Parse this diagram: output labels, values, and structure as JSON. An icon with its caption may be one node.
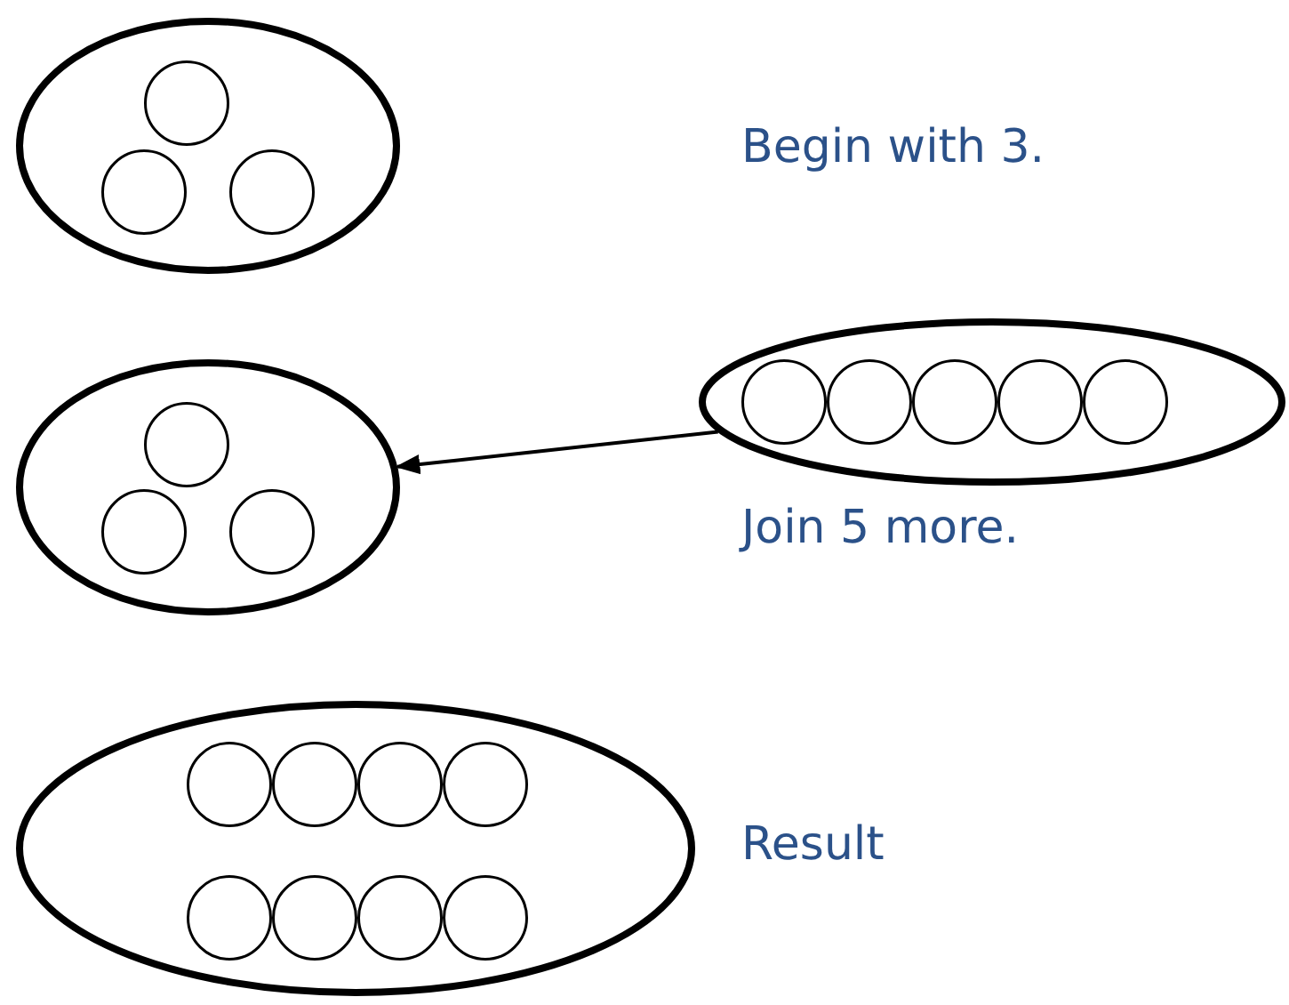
{
  "diagram": {
    "nodes": [
      {
        "text": [],
        "shape": "ellipse"
      },
      {
        "text": [],
        "shape": "circle",
        "in": 0
      },
      {
        "text": [],
        "shape": "circle",
        "in": 0
      },
      {
        "text": [],
        "shape": "circle",
        "in": 0
      },
      {
        "text": [],
        "shape": "ellipse"
      },
      {
        "text": [],
        "shape": "circle",
        "in": 4
      },
      {
        "text": [],
        "shape": "circle",
        "in": 4
      },
      {
        "text": [],
        "shape": "circle",
        "in": 4
      },
      {
        "text": [],
        "shape": "ellipse"
      },
      {
        "text": [],
        "shape": "circle",
        "in": 8
      },
      {
        "text": [],
        "shape": "circle",
        "in": 8
      },
      {
        "text": [],
        "shape": "circle",
        "in": 8
      },
      {
        "text": [],
        "shape": "circle",
        "in": 8
      },
      {
        "text": [],
        "shape": "circle",
        "in": 8
      },
      {
        "text": [],
        "shape": "ellipse"
      },
      {
        "text": [],
        "shape": "circle",
        "in": 14
      },
      {
        "text": [],
        "shape": "circle",
        "in": 14
      },
      {
        "text": [],
        "shape": "circle",
        "in": 14
      },
      {
        "text": [],
        "shape": "circle",
        "in": 14
      },
      {
        "text": [],
        "shape": "circle",
        "in": 14
      },
      {
        "text": [],
        "shape": "circle",
        "in": 14
      },
      {
        "text": [],
        "shape": "circle",
        "in": 14
      },
      {
        "text": [],
        "shape": "circle",
        "in": 14
      }
    ],
    "edges": [
      {
        "from": 8,
        "to": 4,
        "arrow": "to"
      }
    ],
    "labels": [
      "Begin with 3.",
      "Join 5 more.",
      "Result"
    ]
  }
}
